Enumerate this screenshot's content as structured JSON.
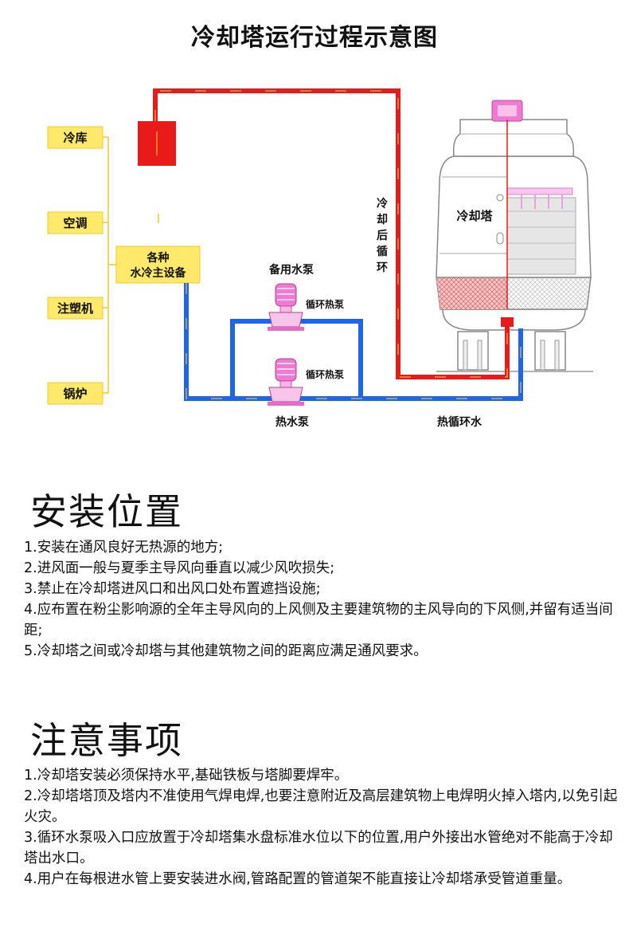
{
  "title": "冷却塔运行过程示意图",
  "diagram": {
    "equipment": [
      "冷库",
      "空调",
      "注塑机",
      "锅炉"
    ],
    "main_equipment": [
      "各种",
      "水冷主设备"
    ],
    "cooling_tower_label": "冷却塔",
    "return_pipe_label": [
      "冷",
      "却",
      "后",
      "循",
      "环"
    ],
    "standby_pump_label": "备用水泵",
    "pump_upper_label": "循环热泵",
    "pump_lower_label": "循环热泵",
    "hot_pump_label": "热水泵",
    "hot_circulation_label": "热循环水",
    "colors": {
      "hot_pipe": "#1e66e8",
      "cold_pipe": "#e81a1a",
      "label_box": "#ffe96b",
      "tree_line": "#f0c928",
      "pump": "#f07ad2"
    }
  },
  "installation": {
    "heading": "安装位置",
    "items": [
      "1.安装在通风良好无热源的地方;",
      "2.进风面一般与夏季主导风向垂直以减少风吹损失;",
      "3.禁止在冷却塔进风口和出风口处布置遮挡设施;",
      "4.应布置在粉尘影响源的全年主导风向的上风侧及主要建筑物的主风导向的下风侧,并留有适当间距;",
      "5.冷却塔之间或冷却塔与其他建筑物之间的距离应满足通风要求。"
    ]
  },
  "precautions": {
    "heading": "注意事项",
    "items": [
      "1.冷却塔安装必须保持水平,基础铁板与塔脚要焊牢。",
      "2.冷却塔塔顶及塔内不准使用气焊电焊,也要注意附近及高层建筑物上电焊明火掉入塔内,以免引起火灾。",
      "3.循环水泵吸入口应放置于冷却塔集水盘标准水位以下的位置,用户外接出水管绝对不能高于冷却塔出水口。",
      "4.用户在每根进水管上要安装进水阀,管路配置的管道架不能直接让冷却塔承受管道重量。"
    ]
  }
}
